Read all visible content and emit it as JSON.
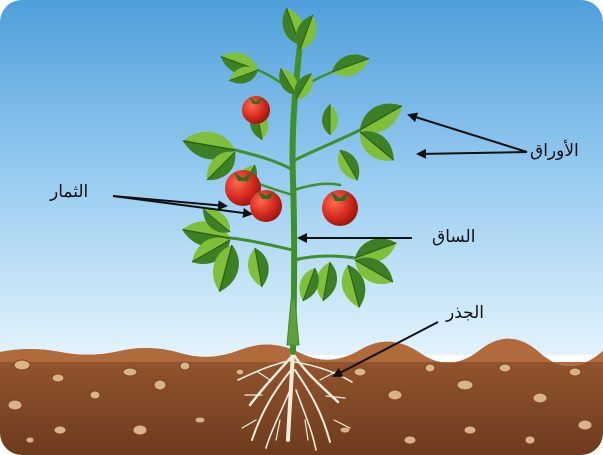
{
  "labels": {
    "leaves": "الأوراق",
    "fruits": "الثمار",
    "stem": "الساق",
    "root": "الجذر"
  },
  "colors": {
    "sky_top": "#5aa8e0",
    "sky_bottom": "#d8eefb",
    "soil": "#8a4f2a",
    "soil_dark": "#5e3219",
    "stone": "#d9b48a",
    "stem": "#3f8f2a",
    "leaf_light": "#8cc63f",
    "leaf_dark": "#2f6e1f",
    "tomato": "#d42a1e",
    "root": "#f2ecdc",
    "arrow": "#111111"
  }
}
